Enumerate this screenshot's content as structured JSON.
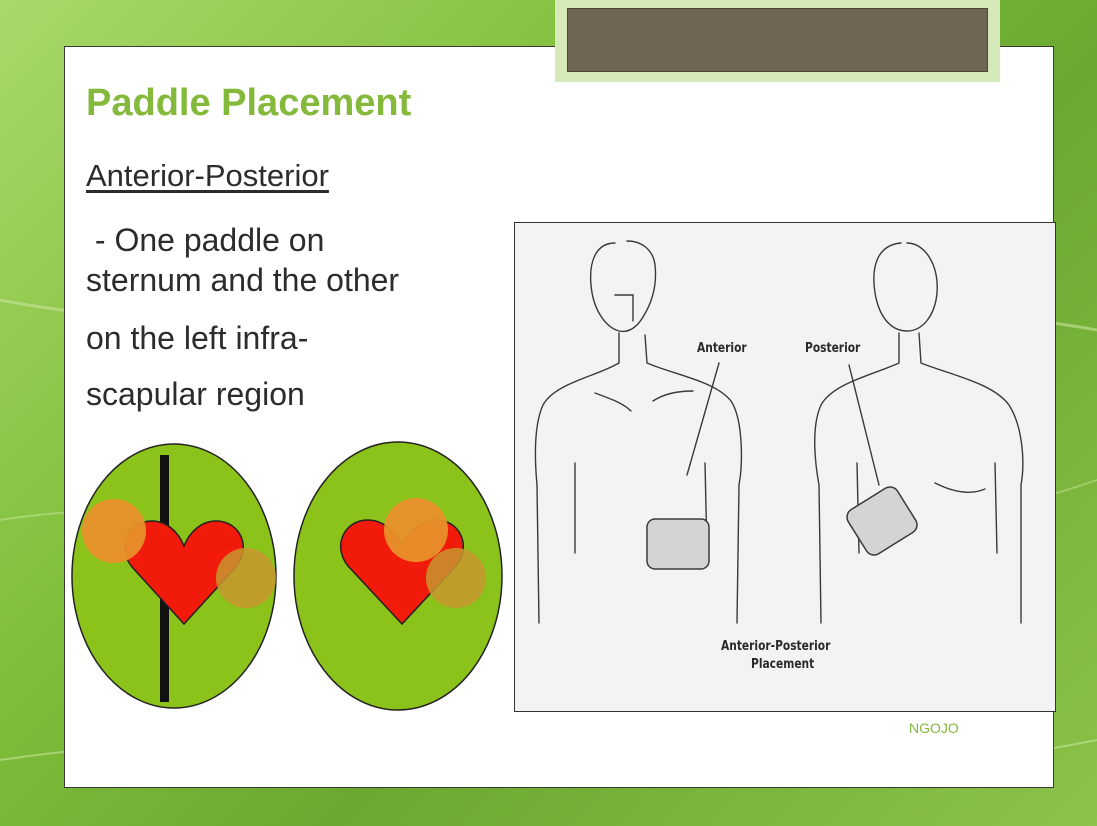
{
  "slide": {
    "title": "Paddle Placement",
    "subtitle": "Anterior-Posterior",
    "body_lines": [
      " - One paddle on",
      "sternum and the other",
      "on the left infra-",
      "scapular region"
    ],
    "credit": "NGOJO"
  },
  "diagram": {
    "label_anterior": "Anterior",
    "label_posterior": "Posterior",
    "caption_line1": "Anterior-Posterior",
    "caption_line2": "Placement"
  },
  "colors": {
    "background_green": "#7fbf3a",
    "title_green": "#84b93c",
    "oval_green": "#8cc31b",
    "heart_red": "#f21a0a",
    "paddle_orange": "#e8902a",
    "paddle_gray": "#d4d4d4",
    "header_block": "#6e6553"
  }
}
